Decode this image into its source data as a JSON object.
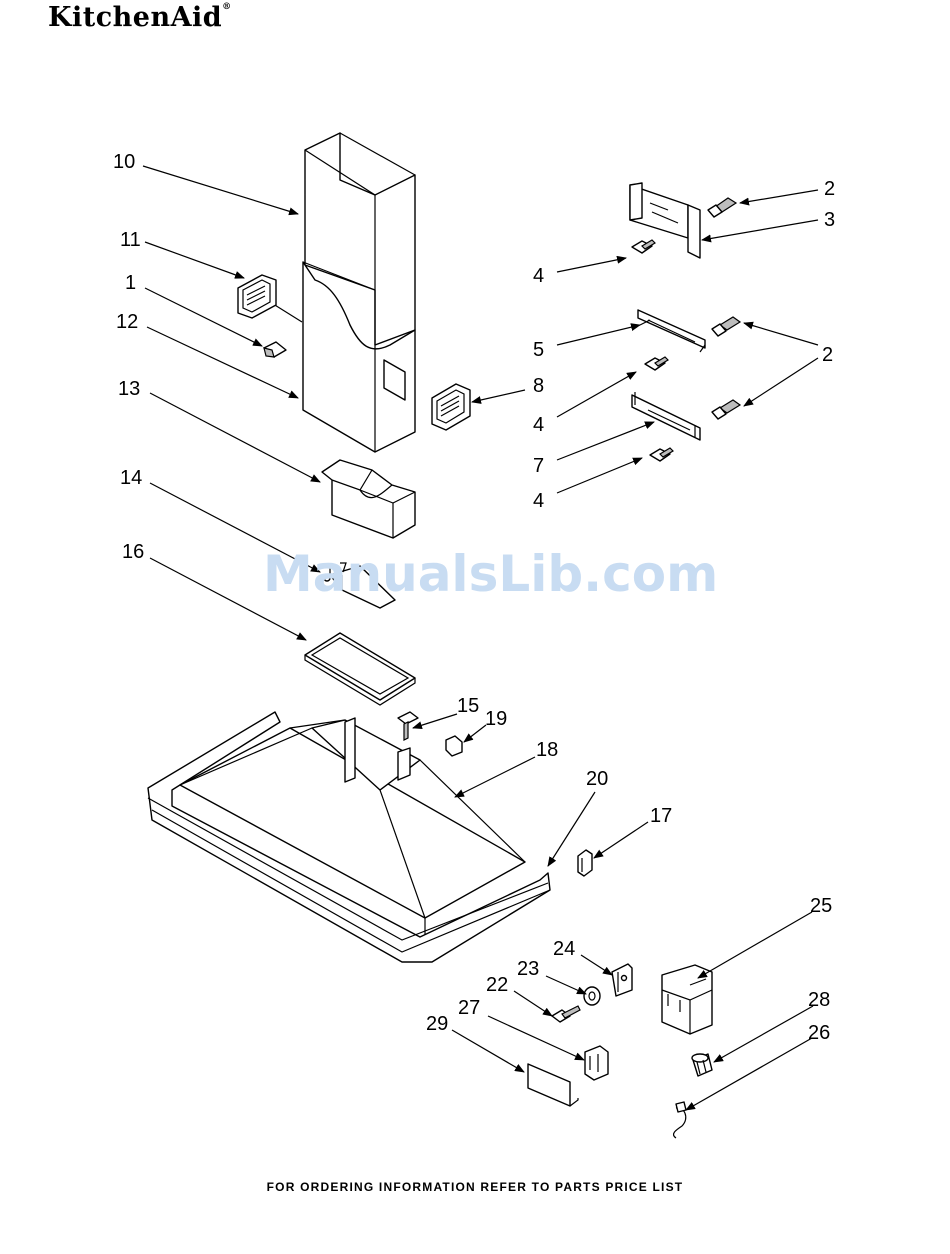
{
  "brand": {
    "name": "KitchenAid",
    "trademark": "®"
  },
  "watermark": "ManualsLib.com",
  "footer": "FOR ORDERING INFORMATION REFER TO PARTS PRICE LIST",
  "callouts": {
    "c10": "10",
    "c11": "11",
    "c1": "1",
    "c12": "12",
    "c13": "13",
    "c14": "14",
    "c16": "16",
    "c2a": "2",
    "c3": "3",
    "c4a": "4",
    "c5": "5",
    "c2b": "2",
    "c8": "8",
    "c4b": "4",
    "c7": "7",
    "c4c": "4",
    "c15": "15",
    "c19": "19",
    "c18": "18",
    "c20": "20",
    "c17": "17",
    "c25": "25",
    "c24": "24",
    "c23": "23",
    "c22": "22",
    "c27": "27",
    "c29": "29",
    "c28": "28",
    "c26": "26"
  }
}
